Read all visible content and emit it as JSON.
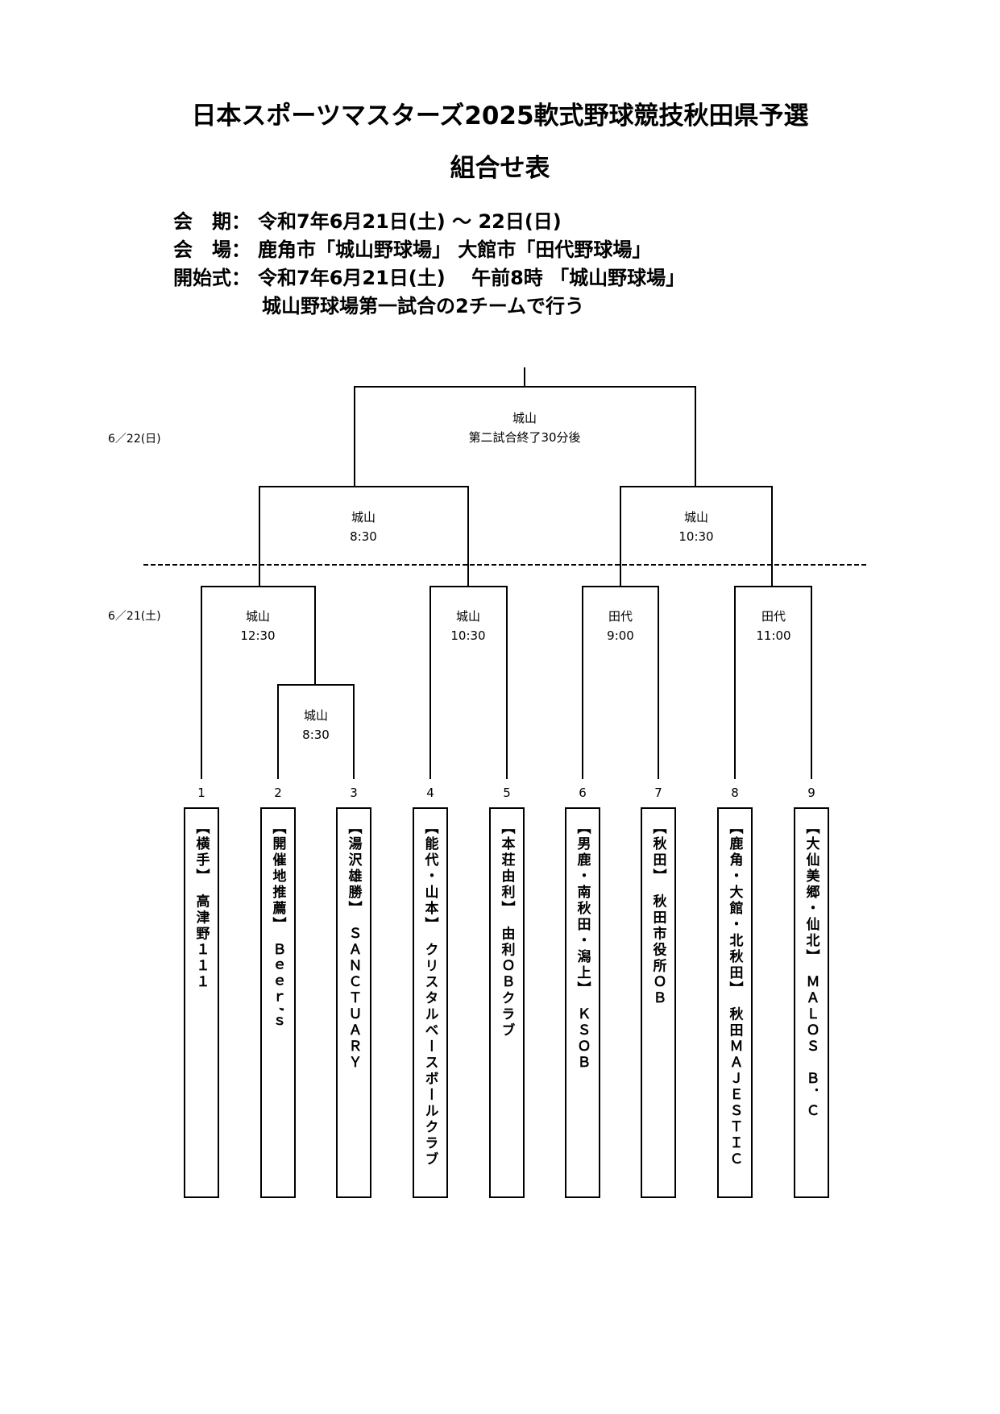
{
  "header": {
    "title": "日本スポーツマスターズ2025軟式野球競技秋田県予選",
    "subtitle": "組合せ表"
  },
  "info": {
    "period_label": "会　期：",
    "period_value": "令和7年6月21日(土) ～ 22日(日)",
    "venue_label": "会　場：",
    "venue_value": "鹿角市「城山野球場」 大館市「田代野球場」",
    "opening_label": "開始式：",
    "opening_value": "令和7年6月21日(土)　 午前8時 「城山野球場」",
    "opening_note": "城山野球場第一試合の2チームで行う"
  },
  "dates": {
    "day2": "6／22(日)",
    "day1": "6／21(土)"
  },
  "matches": {
    "final": {
      "venue": "城山",
      "time": "第二試合終了30分後"
    },
    "semi_left": {
      "venue": "城山",
      "time": "8:30"
    },
    "semi_right": {
      "venue": "城山",
      "time": "10:30"
    },
    "r1_a": {
      "venue": "城山",
      "time": "12:30"
    },
    "r1_b": {
      "venue": "城山",
      "time": "10:30"
    },
    "r1_c": {
      "venue": "田代",
      "time": "9:00"
    },
    "r1_d": {
      "venue": "田代",
      "time": "11:00"
    },
    "play_in": {
      "venue": "城山",
      "time": "8:30"
    }
  },
  "teams": [
    {
      "seed": "1",
      "name": "【横手】　高津野１１１"
    },
    {
      "seed": "2",
      "name": "【開催地推薦】　Ｂｅｅｒ’ｓ"
    },
    {
      "seed": "3",
      "name": "【湯沢雄勝】　ＳＡＮＣＴＵＡＲＹ"
    },
    {
      "seed": "4",
      "name": "【能代・山本】　クリスタルベースボールクラブ"
    },
    {
      "seed": "5",
      "name": "【本荘由利】　由利ＯＢクラブ"
    },
    {
      "seed": "6",
      "name": "【男鹿・南秋田・潟上】　ＫＳＯＢ"
    },
    {
      "seed": "7",
      "name": "【秋田】　秋田市役所ＯＢ"
    },
    {
      "seed": "8",
      "name": "【鹿角・大館・北秋田】　秋田ＭＡＪＥＳＴＩＣ"
    },
    {
      "seed": "9",
      "name": "【大仙美郷・仙北】　ＭＡＬＯＳ　Ｂ．Ｃ"
    }
  ]
}
